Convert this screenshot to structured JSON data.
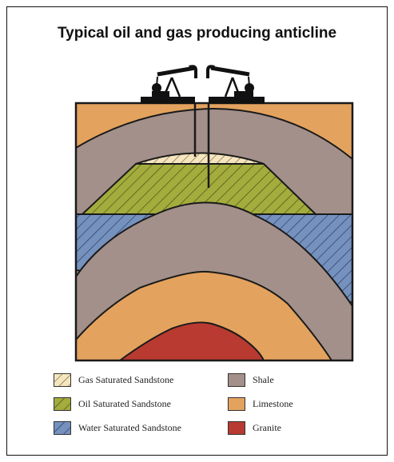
{
  "title": "Typical oil and gas producing anticline",
  "colors": {
    "gas": "#f6e6bf",
    "oil": "#a3ac3c",
    "water": "#7591be",
    "shale": "#a3908a",
    "limestone": "#e3a25e",
    "granite": "#b83a30",
    "outline": "#1a1a1a"
  },
  "icons": [
    "pumpjack-icon",
    "pumpjack-icon"
  ],
  "legend": [
    {
      "label": "Gas Saturated Sandstone",
      "key": "gas",
      "pattern": "hatch"
    },
    {
      "label": "Shale",
      "key": "shale",
      "pattern": "solid"
    },
    {
      "label": "Oil Saturated Sandstone",
      "key": "oil",
      "pattern": "hatch"
    },
    {
      "label": "Limestone",
      "key": "limestone",
      "pattern": "solid"
    },
    {
      "label": "Water Saturated Sandstone",
      "key": "water",
      "pattern": "hatch"
    },
    {
      "label": "Granite",
      "key": "granite",
      "pattern": "solid"
    }
  ]
}
